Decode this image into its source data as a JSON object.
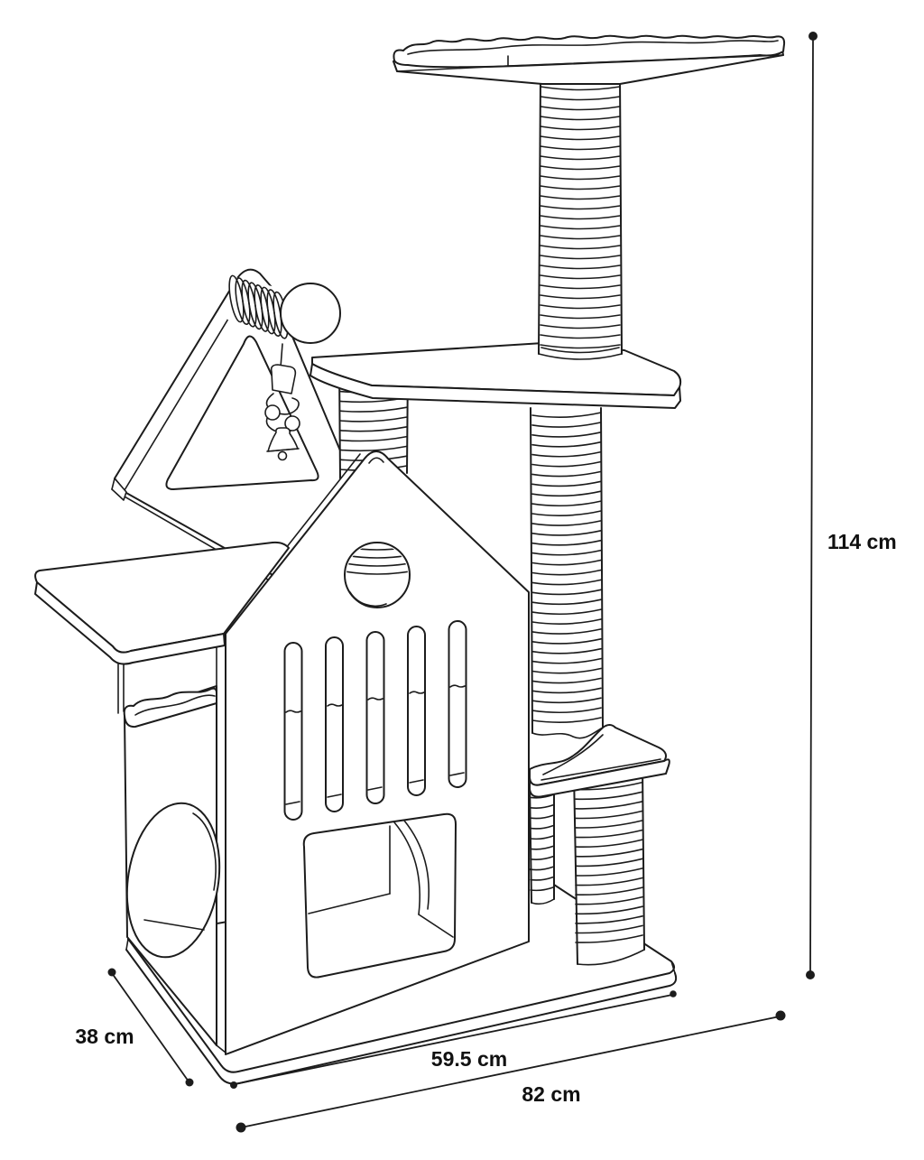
{
  "drawing": {
    "subject": "cat tree technical line drawing",
    "background": "#ffffff",
    "line_color": "#1c1c1c",
    "label_color": "#111111"
  },
  "dimensions": {
    "height": {
      "value": 114,
      "unit": "cm",
      "label": "114 cm"
    },
    "depth": {
      "value": 38,
      "unit": "cm",
      "label": "38 cm"
    },
    "width_inner": {
      "value": 59.5,
      "unit": "cm",
      "label": "59.5 cm"
    },
    "width_total": {
      "value": 82,
      "unit": "cm",
      "label": "82 cm"
    }
  }
}
